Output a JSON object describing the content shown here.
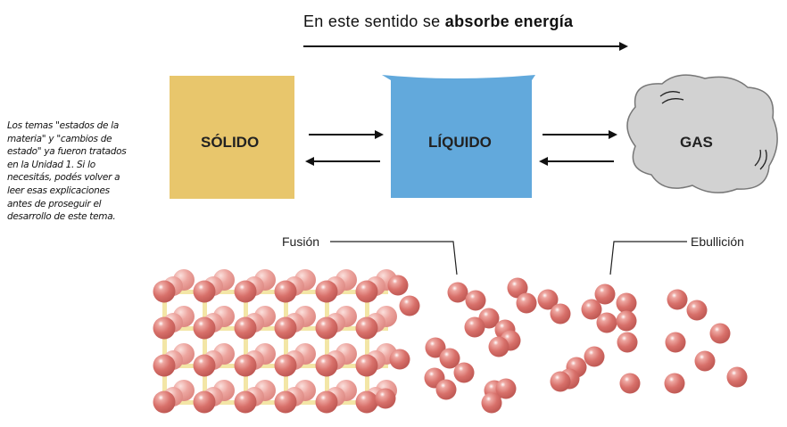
{
  "note": "Los  temas \"estados de la materia\" y \"cambios de estado\" ya fueron tratados en la Unidad 1. Si lo necesitás, podés volver a leer esas explicaciones antes de proseguir el desarrollo de este tema.",
  "header": {
    "prefix": "En este sentido se ",
    "bold": "absorbe energía"
  },
  "states": {
    "solid": "SÓLIDO",
    "liquid": "LÍQUIDO",
    "gas": "GAS"
  },
  "captions": {
    "fusion": "Fusión",
    "boiling": "Ebullición"
  },
  "colors": {
    "solid": "#e8c66c",
    "liquid": "#62a9dc",
    "gas": "#d2d2d2",
    "particle": "#d9706a"
  }
}
